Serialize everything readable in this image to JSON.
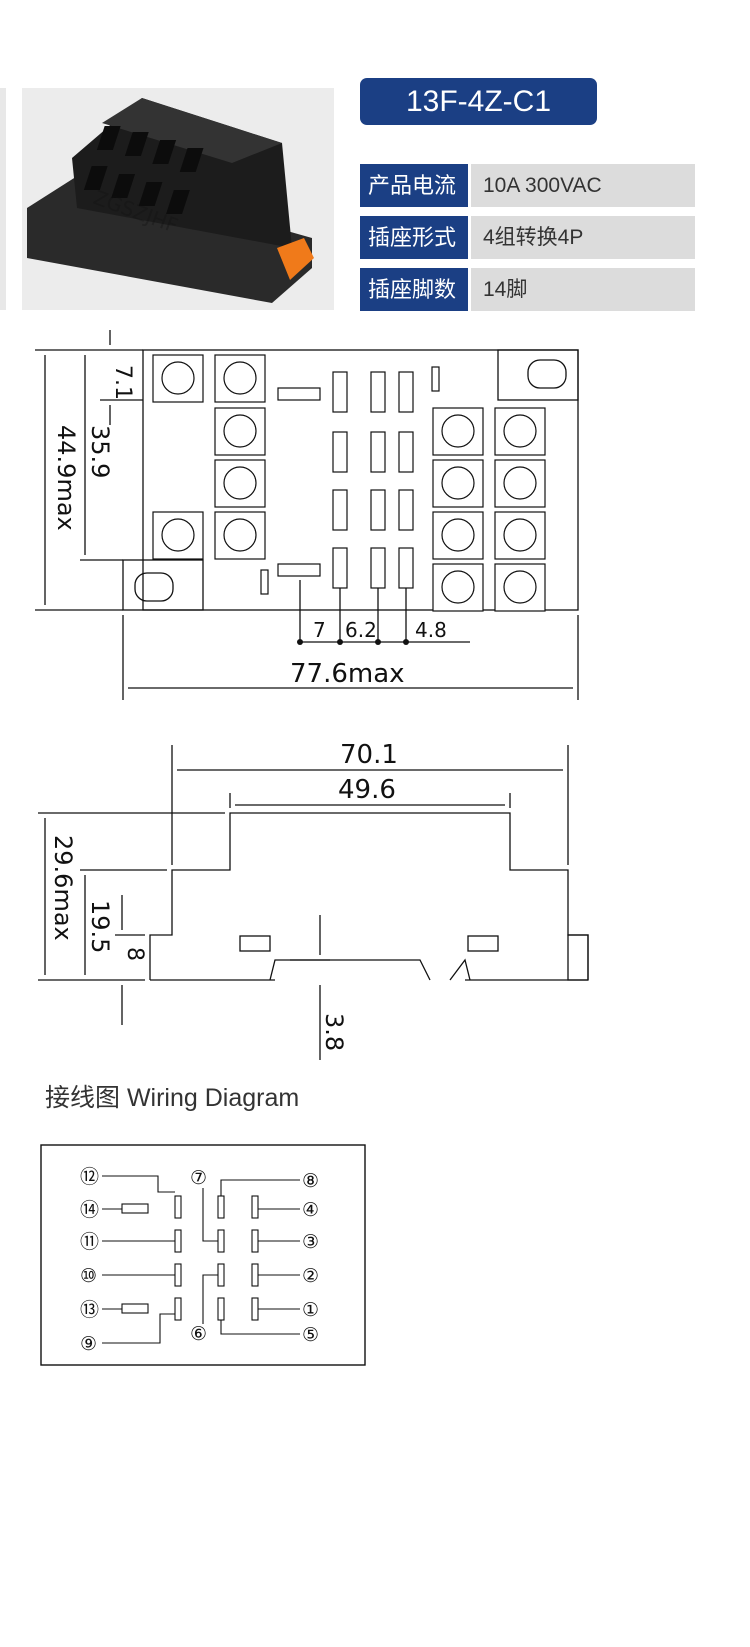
{
  "product": {
    "model": "13F-4Z-C1",
    "watermark": "ZGSZJHF"
  },
  "specs": [
    {
      "label": "产品电流",
      "value": "10A 300VAC"
    },
    {
      "label": "插座形式",
      "value": "4组转换4P"
    },
    {
      "label": "插座脚数",
      "value": "14脚"
    }
  ],
  "top_view": {
    "dim_7_1": "7.1",
    "dim_35_9": "35.9",
    "dim_44_9": "44.9max",
    "dim_7": "7",
    "dim_6_2": "6.2",
    "dim_4_8": "4.8",
    "dim_77_6": "77.6max"
  },
  "side_view": {
    "dim_70_1": "70.1",
    "dim_49_6": "49.6",
    "dim_29_6": "29.6max",
    "dim_19_5": "19.5",
    "dim_8": "8",
    "dim_3_8": "3.8"
  },
  "wiring": {
    "title": "接线图 Wiring Diagram",
    "left_pins": [
      "⑫",
      "⑭",
      "⑪",
      "⑩",
      "⑬",
      "⑨"
    ],
    "right_pins": [
      "⑧",
      "④",
      "③",
      "②",
      "①",
      "⑤"
    ],
    "center_top": "⑦",
    "center_bottom": "⑥"
  }
}
